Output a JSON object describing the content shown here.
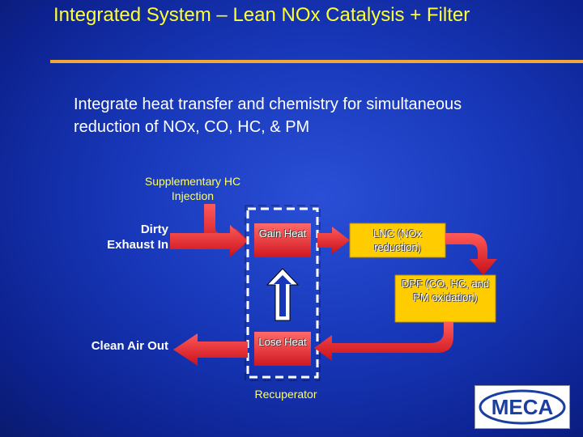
{
  "title": "Integrated System  – Lean  NOx Catalysis + Filter",
  "intro": "Integrate heat transfer and chemistry for simultaneous reduction of NOx, CO, HC, & PM",
  "diagram": {
    "supplementary_label": "Supplementary HC Injection",
    "dirty_exhaust_label": "Dirty Exhaust In",
    "gain_heat_label": "Gain Heat",
    "lnc_label": "LNC (NOx reduction)",
    "dpf_label": "DPF (CO, HC, and PM oxidation)",
    "lose_heat_label": "Lose Heat",
    "clean_air_label": "Clean Air Out",
    "recuperator_label": "Recuperator"
  },
  "logo": {
    "text": "MECA",
    "color": "#1a3fa0"
  },
  "colors": {
    "title": "#ffff33",
    "rule": "#f0a838",
    "arrow_red": "#e8232a",
    "box_yellow": "#ffcc00",
    "box_red": "#e8232a"
  }
}
